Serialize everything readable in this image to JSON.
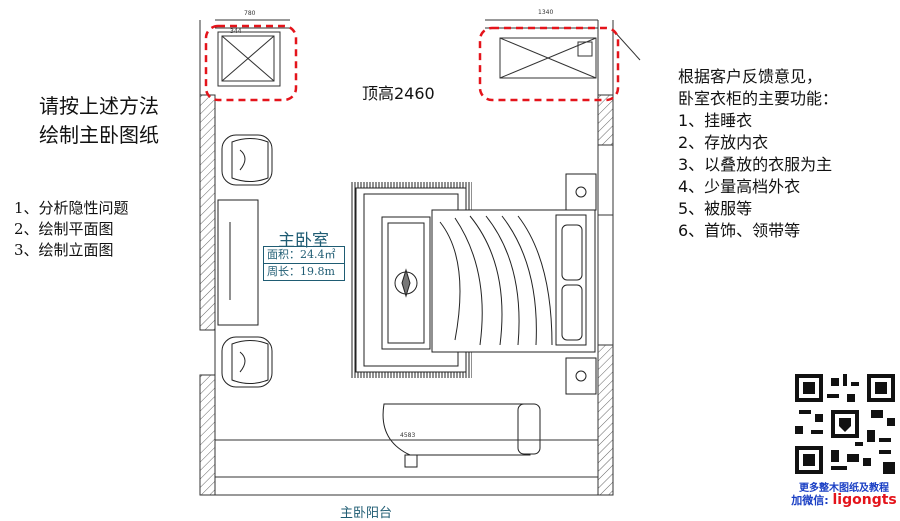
{
  "left_panel": {
    "title_line1": "请按上述方法",
    "title_line2": "绘制主卧图纸",
    "steps": [
      "1、分析隐性问题",
      "2、绘制平面图",
      "3、绘制立面图"
    ]
  },
  "right_panel": {
    "heading_line1": "根据客户反馈意见，",
    "heading_line2": "卧室衣柜的主要功能：",
    "items": [
      "1、挂睡衣",
      "2、存放内衣",
      "3、以叠放的衣服为主",
      "4、少量高档外衣",
      "5、被服等",
      "6、首饰、领带等"
    ]
  },
  "plan": {
    "ceiling_height": "顶高2460",
    "room_name": "主卧室",
    "area": "面积：24.4㎡",
    "perimeter": "周长：19.8m",
    "dim_left_top": "780",
    "dim_left_inner": "344",
    "dim_right_top": "1340",
    "dim_sofa": "4583",
    "balcony_label": "主卧阳台"
  },
  "watermark": {
    "line1": "更多整木图纸及教程",
    "line2_prefix": "加微信:",
    "line2_id": "ligongts",
    "qr_icon": "qr-code-icon"
  },
  "colors": {
    "highlight_dashed": "#e4141b",
    "plan_line": "#333333",
    "room_text": "#1f5c73",
    "watermark_blue": "#1a3fc4"
  }
}
